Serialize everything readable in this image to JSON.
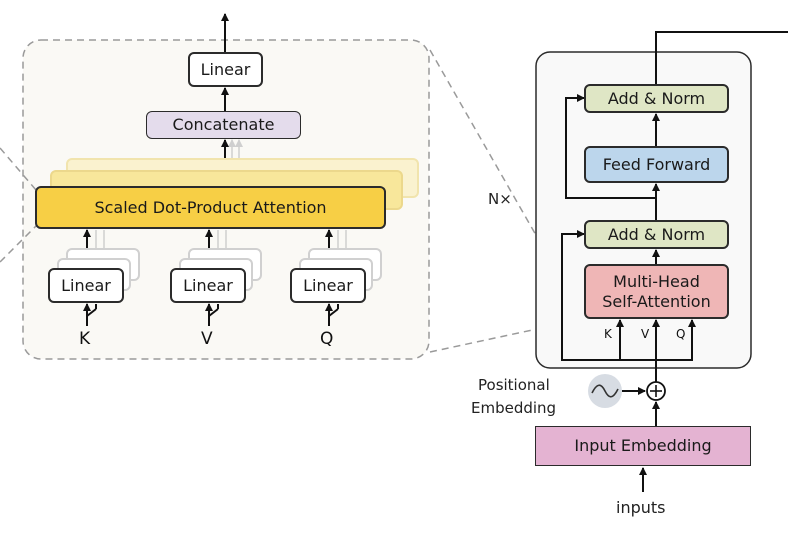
{
  "multihead_detail": {
    "output_linear": "Linear",
    "concatenate": "Concatenate",
    "attention": "Scaled Dot-Product Attention",
    "linear_k": "Linear",
    "linear_v": "Linear",
    "linear_q": "Linear",
    "input_k": "K",
    "input_v": "V",
    "input_q": "Q"
  },
  "encoder": {
    "repeat_label": "N×",
    "add_norm_top": "Add & Norm",
    "feed_forward": "Feed Forward",
    "add_norm_bottom": "Add & Norm",
    "mha_line1": "Multi-Head",
    "mha_line2": "Self-Attention",
    "k": "K",
    "v": "V",
    "q": "Q",
    "positional_line1": "Positional",
    "positional_line2": "Embedding",
    "input_embedding": "Input Embedding",
    "inputs": "inputs"
  },
  "colors": {
    "concatenate": "#e4dcec",
    "attention": "#f7cf45",
    "add_norm": "#dfe6c5",
    "feed_forward": "#bcd6ec",
    "multi_head": "#efb6b6",
    "input_embedding": "#e4b3d2",
    "zoom_bg": "#faf9f5",
    "encoder_bg": "#f9f9f9"
  }
}
